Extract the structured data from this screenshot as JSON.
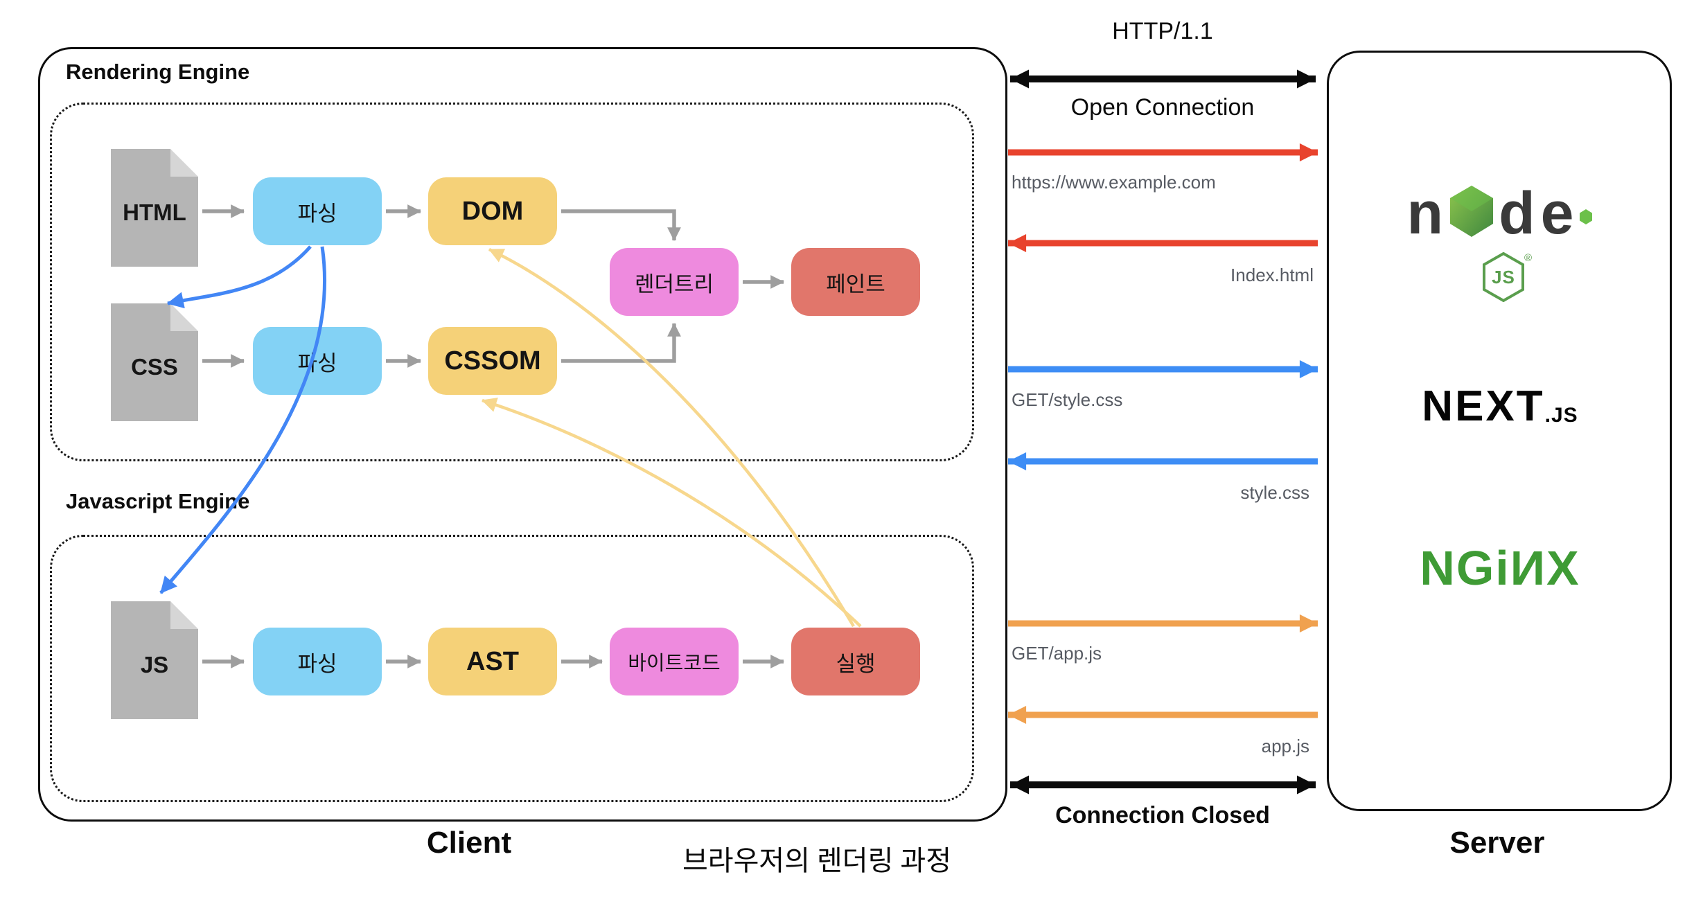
{
  "caption": "브라우저의 렌더링 과정",
  "client": {
    "label": "Client",
    "rendering_engine": {
      "title": "Rendering Engine",
      "files": {
        "html": "HTML",
        "css": "CSS"
      },
      "nodes": {
        "parse_html": "파싱",
        "dom": "DOM",
        "parse_css": "파싱",
        "cssom": "CSSOM",
        "render_tree": "렌더트리",
        "paint": "페인트"
      }
    },
    "javascript_engine": {
      "title": "Javascript Engine",
      "files": {
        "js": "JS"
      },
      "nodes": {
        "parse_js": "파싱",
        "ast": "AST",
        "bytecode": "바이트코드",
        "execute": "실행"
      }
    }
  },
  "network": {
    "protocol": "HTTP/1.1",
    "open_label": "Open Connection",
    "closed_label": "Connection Closed",
    "messages": [
      {
        "label": "https://www.example.com",
        "direction": "to-server",
        "color": "#e8432d"
      },
      {
        "label": "Index.html",
        "direction": "to-client",
        "color": "#e8432d"
      },
      {
        "label": "GET/style.css",
        "direction": "to-server",
        "color": "#3d8df5"
      },
      {
        "label": "style.css",
        "direction": "to-client",
        "color": "#3d8df5"
      },
      {
        "label": "GET/app.js",
        "direction": "to-server",
        "color": "#f0a14f"
      },
      {
        "label": "app.js",
        "direction": "to-client",
        "color": "#f0a14f"
      }
    ]
  },
  "server": {
    "label": "Server",
    "logos": {
      "node": {
        "n": "n",
        "d": "d",
        "e": "e",
        "js": "JS",
        "reg": "®"
      },
      "next": {
        "text": "NEXT",
        "suffix": ".JS"
      },
      "nginx": {
        "text": "NGiИX"
      }
    }
  },
  "colors": {
    "box_blue": "#83d2f5",
    "box_yellow": "#f5d178",
    "box_pink": "#ee8ade",
    "box_red": "#e1766b",
    "file_gray": "#b5b5b5",
    "connector_gray": "#9e9e9e",
    "curve_blue": "#4286f5",
    "curve_yellow": "#f7d78d",
    "arrow_red": "#e8432d",
    "arrow_blue": "#3d8df5",
    "arrow_orange": "#f0a14f",
    "arrow_black": "#0b0b0b",
    "nginx_green": "#3f9b35",
    "node_dark": "#3a3a3a",
    "node_green": "#6cc04a"
  }
}
